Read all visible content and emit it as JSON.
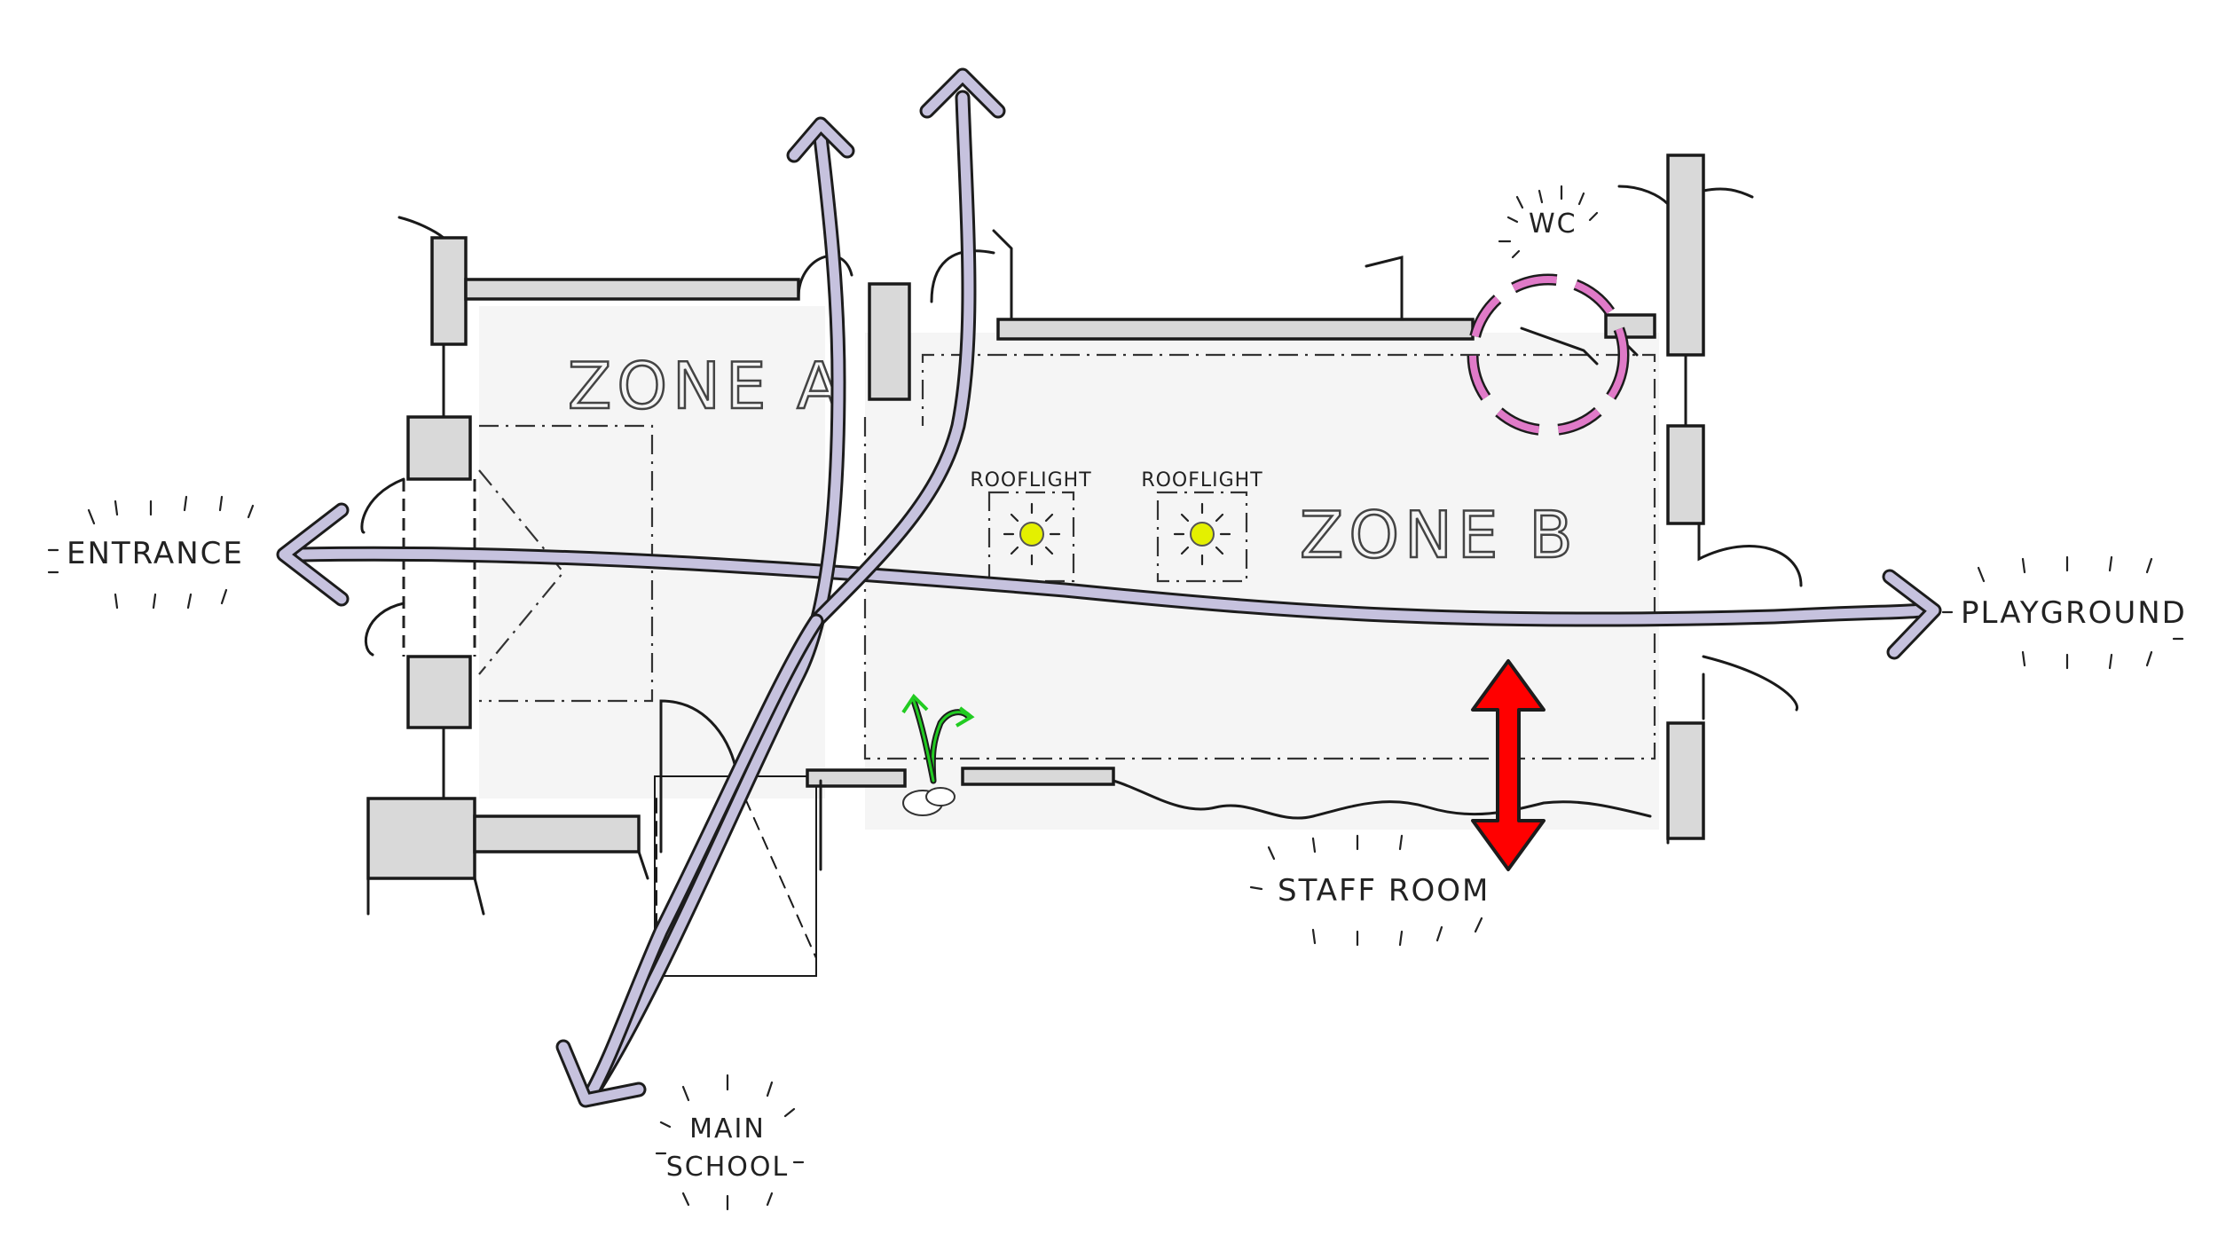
{
  "labels": {
    "zone_a": "ZONE A",
    "zone_b": "ZONE B",
    "rooflight_1": "ROOFLIGHT",
    "rooflight_2": "ROOFLIGHT",
    "wc": "WC",
    "entrance": "ENTRANCE",
    "playground": "PLAYGROUND",
    "staff_room": "STAFF ROOM",
    "main_school_line1": "MAIN",
    "main_school_line2": "SCHOOL"
  },
  "colors": {
    "circulation_arrows": "#c6c2de",
    "wc_highlight": "#e07ac8",
    "staff_room_arrow": "#ff0000",
    "rooflight_marker": "#e4f000",
    "plant_arrow": "#22cc22",
    "zone_fill": "#f5f5f5",
    "wall_fill": "#d9d9d9"
  }
}
